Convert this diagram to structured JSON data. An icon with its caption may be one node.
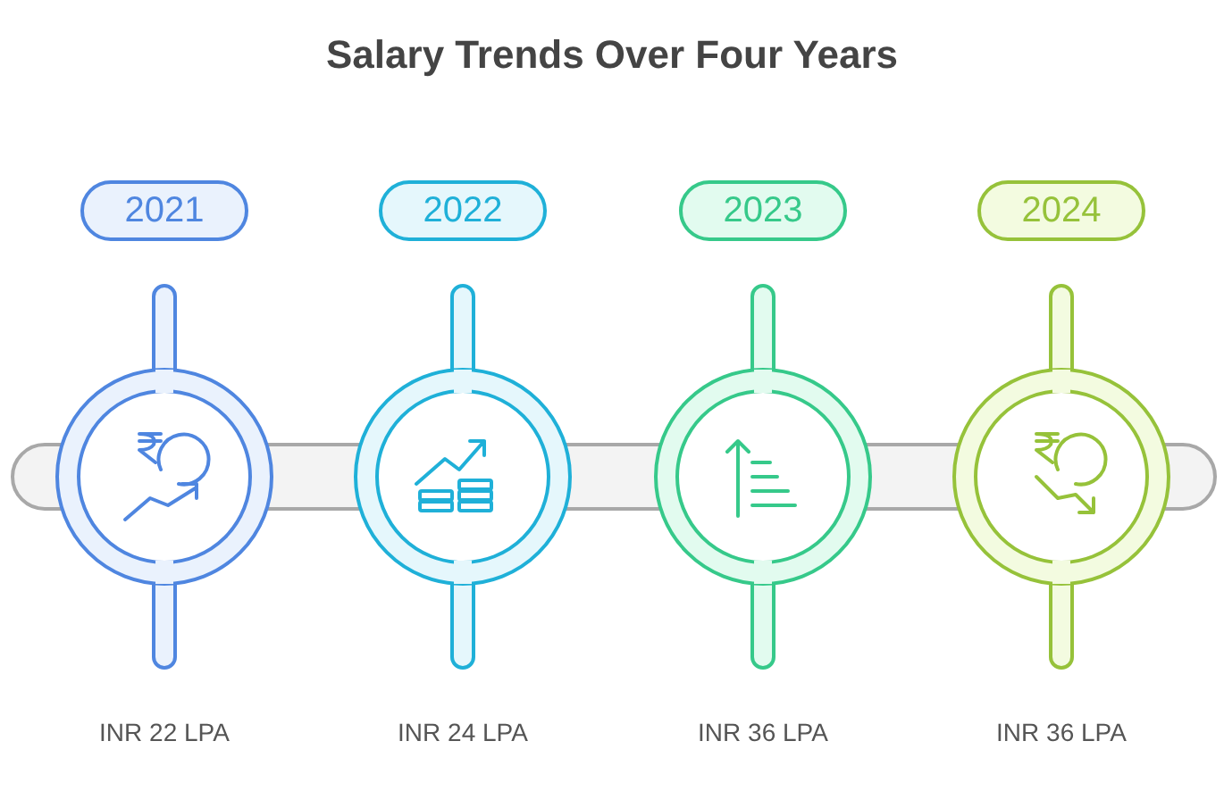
{
  "diagram": {
    "title": "Salary Trends Over Four Years",
    "nodes": [
      {
        "text": [
          "2021"
        ]
      },
      {
        "text": [
          "2022"
        ]
      },
      {
        "text": [
          "2023"
        ]
      },
      {
        "text": [
          "2024"
        ]
      },
      {
        "text": [],
        "shape": "circle",
        "beside": [
          "INR 22 LPA"
        ]
      },
      {
        "text": [],
        "shape": "circle",
        "beside": [
          "INR 24 LPA"
        ]
      },
      {
        "text": [],
        "shape": "circle",
        "beside": [
          "INR 36 LPA"
        ]
      },
      {
        "text": [],
        "shape": "circle",
        "beside": [
          "INR 36 LPA"
        ]
      }
    ],
    "edges": [
      {
        "from": 4,
        "to": 5,
        "arrow": "none"
      },
      {
        "from": 5,
        "to": 6,
        "arrow": "none"
      },
      {
        "from": 6,
        "to": 7,
        "arrow": "none"
      }
    ]
  }
}
